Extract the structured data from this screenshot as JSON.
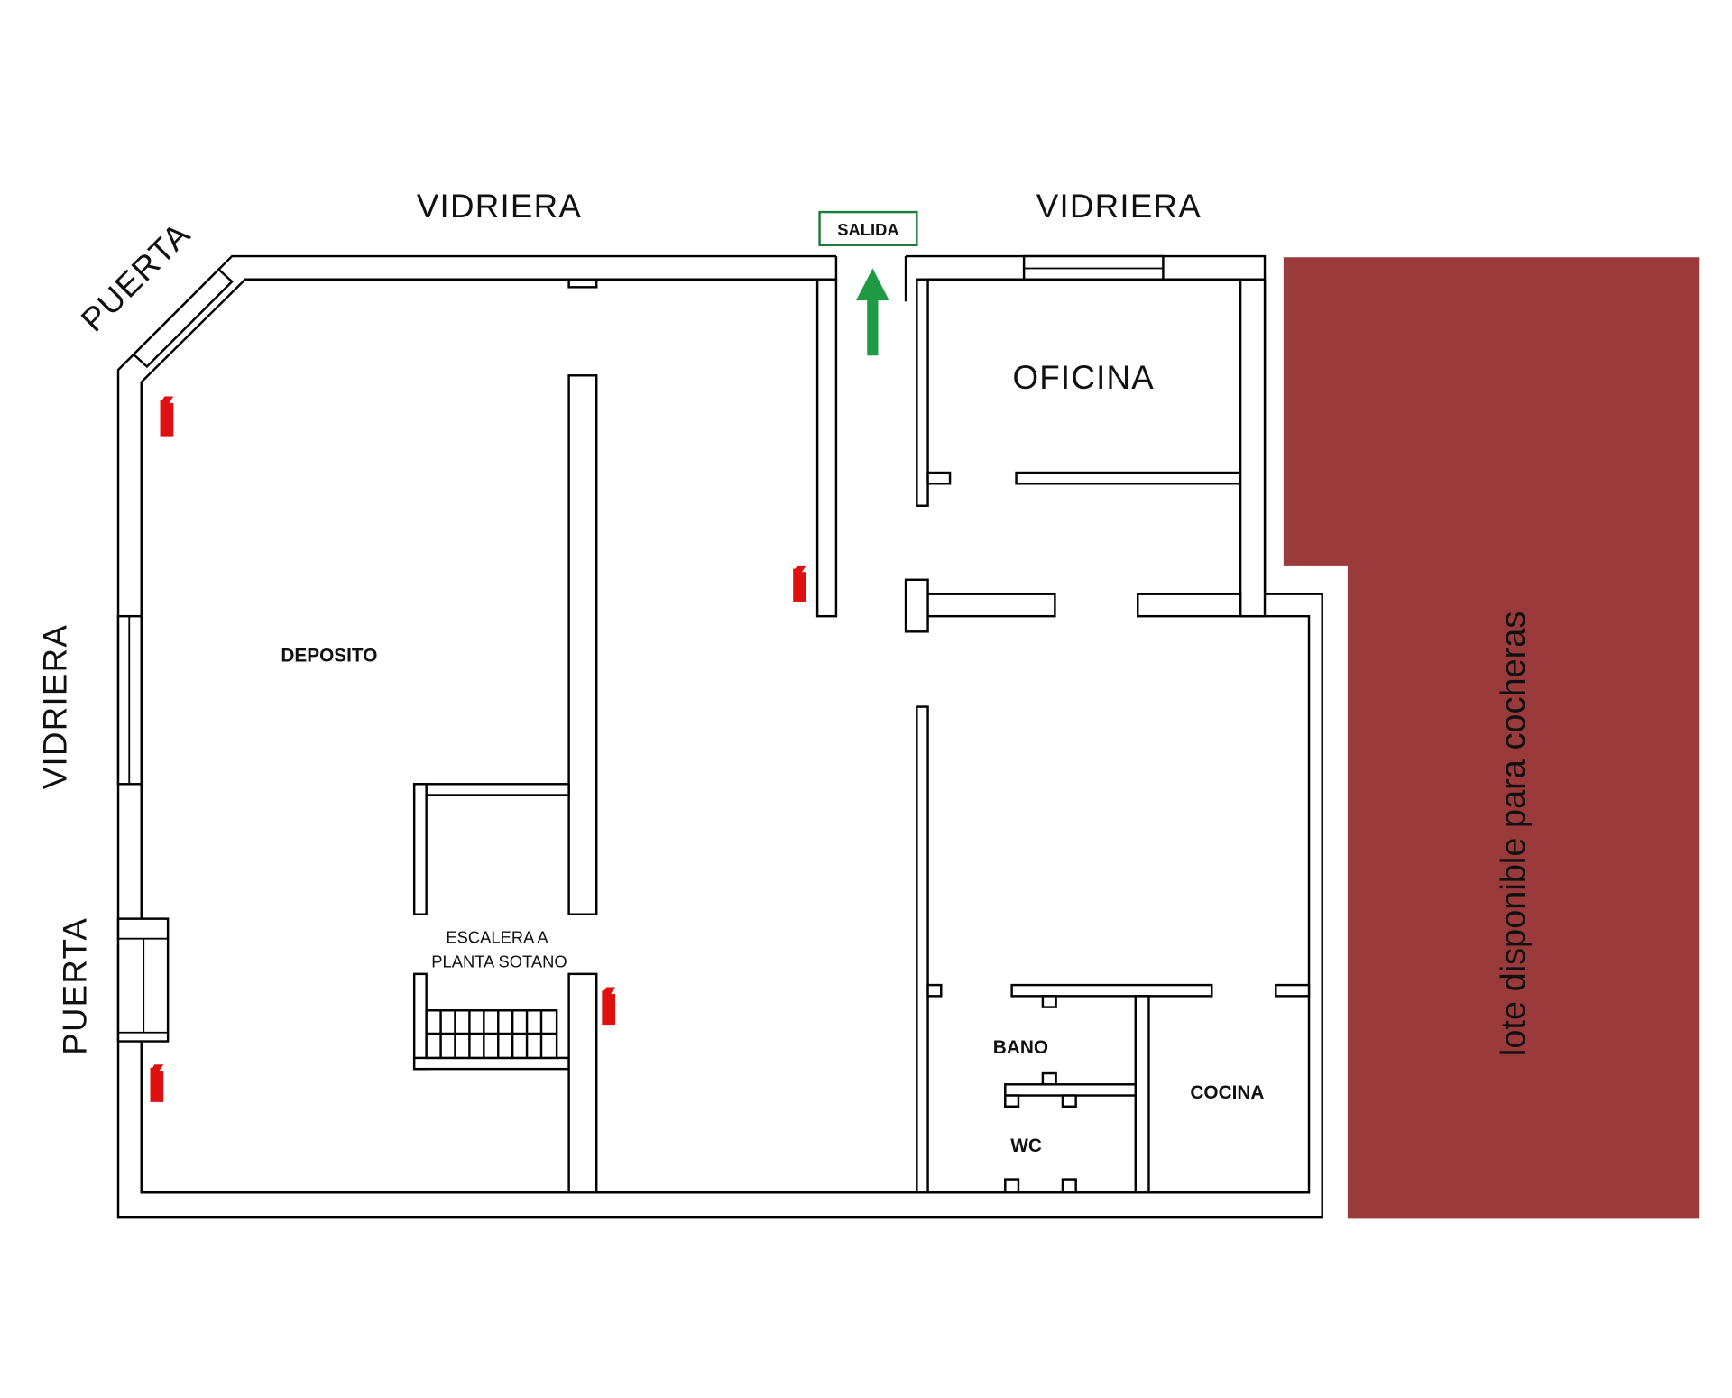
{
  "labels": {
    "vidriera_top_left": "VIDRIERA",
    "vidriera_top_right": "VIDRIERA",
    "vidriera_left": "VIDRIERA",
    "puerta_diagonal": "PUERTA",
    "puerta_left": "PUERTA",
    "salida": "SALIDA",
    "oficina": "OFICINA",
    "deposito": "DEPOSITO",
    "escalera_line1": "ESCALERA A",
    "escalera_line2": "PLANTA SOTANO",
    "bano": "BANO",
    "wc": "WC",
    "cocina": "COCINA",
    "lote": "lote disponible para cocheras"
  },
  "colors": {
    "lote": "#9b3a3a",
    "exit_arrow": "#1e9a45",
    "exit_border": "#1e7a3a",
    "extinguisher": "#e01010"
  }
}
